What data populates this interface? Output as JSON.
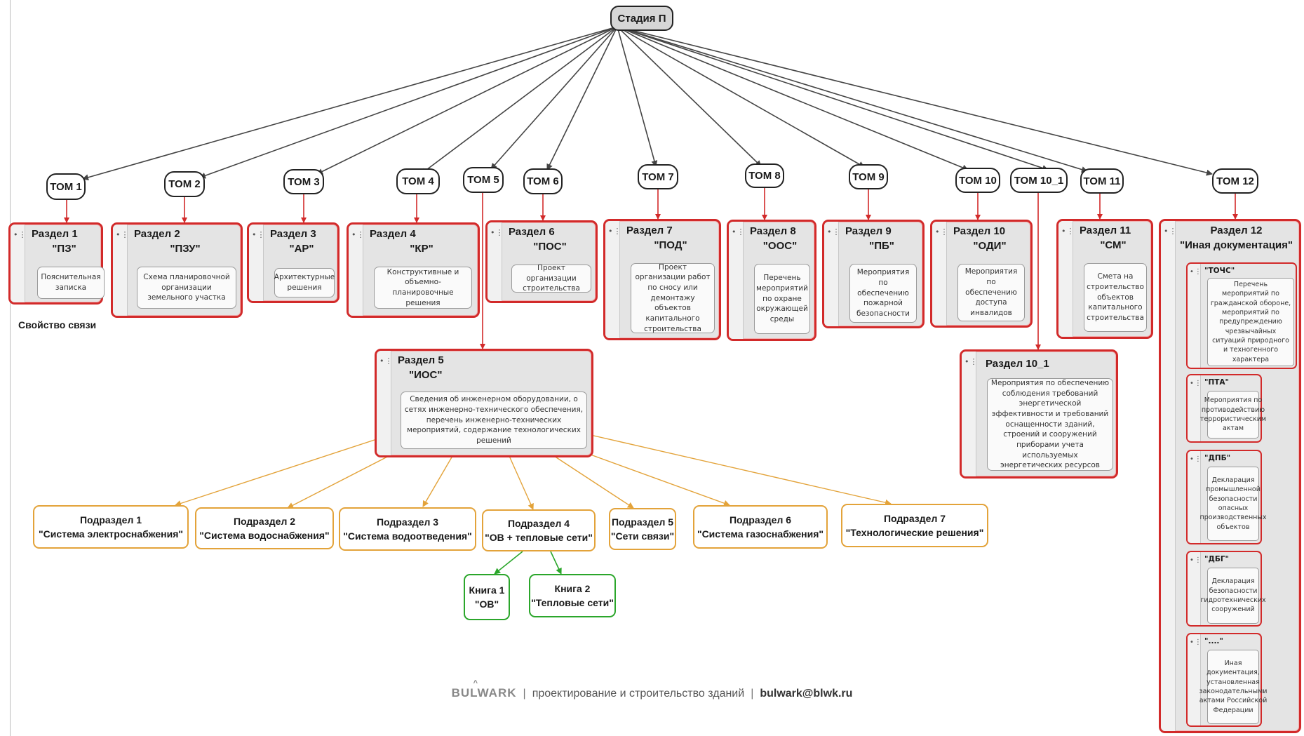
{
  "root": {
    "label": "Стадия П"
  },
  "toms": {
    "t1": "ТОМ 1",
    "t2": "ТОМ 2",
    "t3": "ТОМ 3",
    "t4": "ТОМ 4",
    "t5": "ТОМ 5",
    "t6": "ТОМ 6",
    "t7": "ТОМ 7",
    "t8": "ТОМ 8",
    "t9": "ТОМ 9",
    "t10": "ТОМ 10",
    "t10_1": "ТОМ 10_1",
    "t11": "ТОМ 11",
    "t12": "ТОМ 12"
  },
  "sections": {
    "s1": {
      "title": "Раздел 1",
      "code": "\"ПЗ\"",
      "desc": "Пояснительная записка"
    },
    "s2": {
      "title": "Раздел 2",
      "code": "\"ПЗУ\"",
      "desc": "Схема планировочной организации земельного участка"
    },
    "s3": {
      "title": "Раздел 3",
      "code": "\"АР\"",
      "desc": "Архитектурные решения"
    },
    "s4": {
      "title": "Раздел 4",
      "code": "\"КР\"",
      "desc": "Конструктивные и объемно-планировочные решения"
    },
    "s5": {
      "title": "Раздел 5",
      "code": "\"ИОС\"",
      "desc": "Сведения об инженерном оборудовании, о сетях инженерно-технического обеспечения, перечень инженерно-технических мероприятий, содержание технологических решений"
    },
    "s6": {
      "title": "Раздел 6",
      "code": "\"ПОС\"",
      "desc": "Проект организации строительства"
    },
    "s7": {
      "title": "Раздел 7",
      "code": "\"ПОД\"",
      "desc": "Проект организации работ по сносу или демонтажу объектов капитального строительства"
    },
    "s8": {
      "title": "Раздел 8",
      "code": "\"ООС\"",
      "desc": "Перечень мероприятий по охране окружающей среды"
    },
    "s9": {
      "title": "Раздел 9",
      "code": "\"ПБ\"",
      "desc": "Мероприятия по обеспечению пожарной безопасности"
    },
    "s10": {
      "title": "Раздел 10",
      "code": "\"ОДИ\"",
      "desc": "Мероприятия по обеспечению доступа инвалидов"
    },
    "s10_1": {
      "title": "Раздел 10_1",
      "desc": "Мероприятия по обеспечению соблюдения требований энергетической эффективности и требований оснащенности зданий, строений и сооружений приборами учета используемых энергетических ресурсов"
    },
    "s11": {
      "title": "Раздел 11",
      "code": "\"СМ\"",
      "desc": "Смета на строительство объектов капитального строительства"
    },
    "s12": {
      "title": "Раздел 12",
      "code": "\"Иная документация\"",
      "subs": [
        {
          "code": "\"ТОЧС\"",
          "desc": "Перечень мероприятий по гражданской обороне, мероприятий по предупреждению чрезвычайных ситуаций природного и техногенного характера"
        },
        {
          "code": "\"ПТА\"",
          "desc": "Мероприятия по противодействию террористическим актам"
        },
        {
          "code": "\"ДПБ\"",
          "desc": "Декларация промышленной безопасности опасных производственных объектов"
        },
        {
          "code": "\"ДБГ\"",
          "desc": "Декларация безопасности гидротехнических сооружений"
        },
        {
          "code": "\"....\"",
          "desc": "Иная документация, установленная законодательными актами Российской Федерации"
        }
      ]
    }
  },
  "podrazdely": [
    {
      "title": "Подраздел 1",
      "name": "\"Система электроснабжения\""
    },
    {
      "title": "Подраздел 2",
      "name": "\"Система водоснабжения\""
    },
    {
      "title": "Подраздел 3",
      "name": "\"Система водоотведения\""
    },
    {
      "title": "Подраздел 4",
      "name": "\"ОВ + тепловые сети\""
    },
    {
      "title": "Подраздел 5",
      "name": "\"Сети связи\""
    },
    {
      "title": "Подраздел 6",
      "name": "\"Система газоснабжения\""
    },
    {
      "title": "Подраздел 7",
      "name": "\"Технологические решения\""
    }
  ],
  "knigi": [
    {
      "title": "Книга 1",
      "name": "\"ОВ\""
    },
    {
      "title": "Книга 2",
      "name": "\"Тепловые сети\""
    }
  ],
  "legend": "Свойство связи",
  "footer": {
    "brand": "BULWARK",
    "tagline": "проектирование и строительство зданий",
    "email": "bulwark@blwk.ru"
  },
  "colors": {
    "tom_edge": "#444444",
    "section_border": "#d22a2a",
    "podrazdel_border": "#e3a33a",
    "kniga_border": "#2ba62b",
    "root_fill": "#d6d6d6"
  }
}
